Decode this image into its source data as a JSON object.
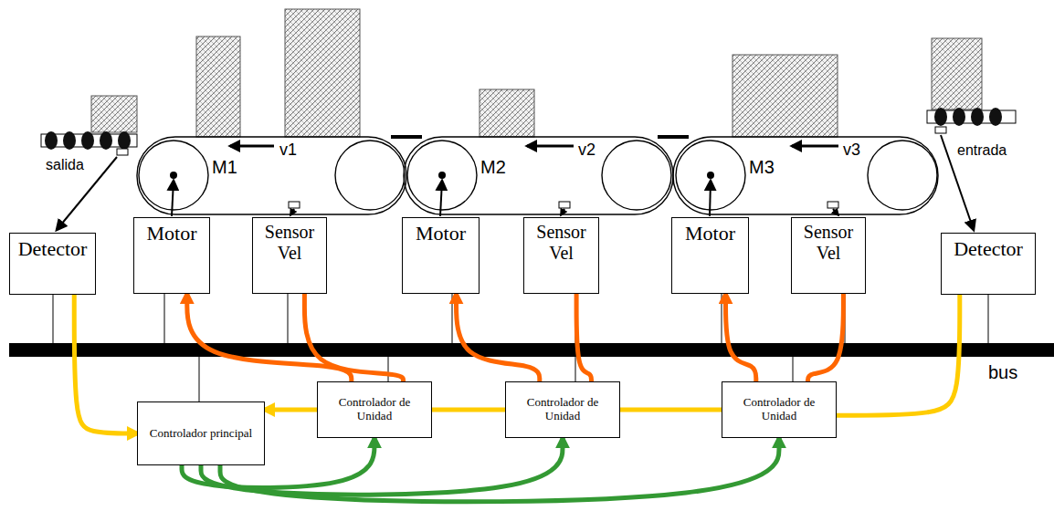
{
  "diagram": {
    "nodes": [
      {
        "text": [
          "Detector"
        ]
      },
      {
        "text": [
          "Motor"
        ]
      },
      {
        "text": [
          "Sensor Vel"
        ]
      },
      {
        "text": [
          "Motor"
        ]
      },
      {
        "text": [
          "Sensor Vel"
        ]
      },
      {
        "text": [
          "Motor"
        ]
      },
      {
        "text": [
          "Sensor Vel"
        ]
      },
      {
        "text": [
          "Detector"
        ]
      },
      {
        "text": [
          "Controlador principal"
        ]
      },
      {
        "text": [
          "Controlador de Unidad"
        ]
      },
      {
        "text": [
          "Controlador de Unidad"
        ]
      },
      {
        "text": [
          "Controlador de Unidad"
        ]
      }
    ],
    "edges": [
      {
        "from": 0,
        "to": 8,
        "arrow": "to"
      },
      {
        "from": 7,
        "to": 11,
        "arrow": "none"
      },
      {
        "from": 11,
        "to": 10,
        "arrow": "none"
      },
      {
        "from": 10,
        "to": 9,
        "arrow": "none"
      },
      {
        "from": 9,
        "to": 8,
        "arrow": "to"
      },
      {
        "from": 2,
        "to": 9,
        "arrow": "none"
      },
      {
        "from": 9,
        "to": 1,
        "arrow": "to"
      },
      {
        "from": 4,
        "to": 10,
        "arrow": "none"
      },
      {
        "from": 10,
        "to": 3,
        "arrow": "to"
      },
      {
        "from": 6,
        "to": 11,
        "arrow": "none"
      },
      {
        "from": 11,
        "to": 5,
        "arrow": "to"
      },
      {
        "from": 8,
        "to": 9,
        "arrow": "to"
      },
      {
        "from": 8,
        "to": 10,
        "arrow": "to"
      },
      {
        "from": 8,
        "to": 11,
        "arrow": "to"
      }
    ],
    "labels": [
      "M1",
      "v1",
      "M2",
      "v2",
      "M3",
      "v3",
      "salida",
      "entrada",
      "bus"
    ]
  }
}
